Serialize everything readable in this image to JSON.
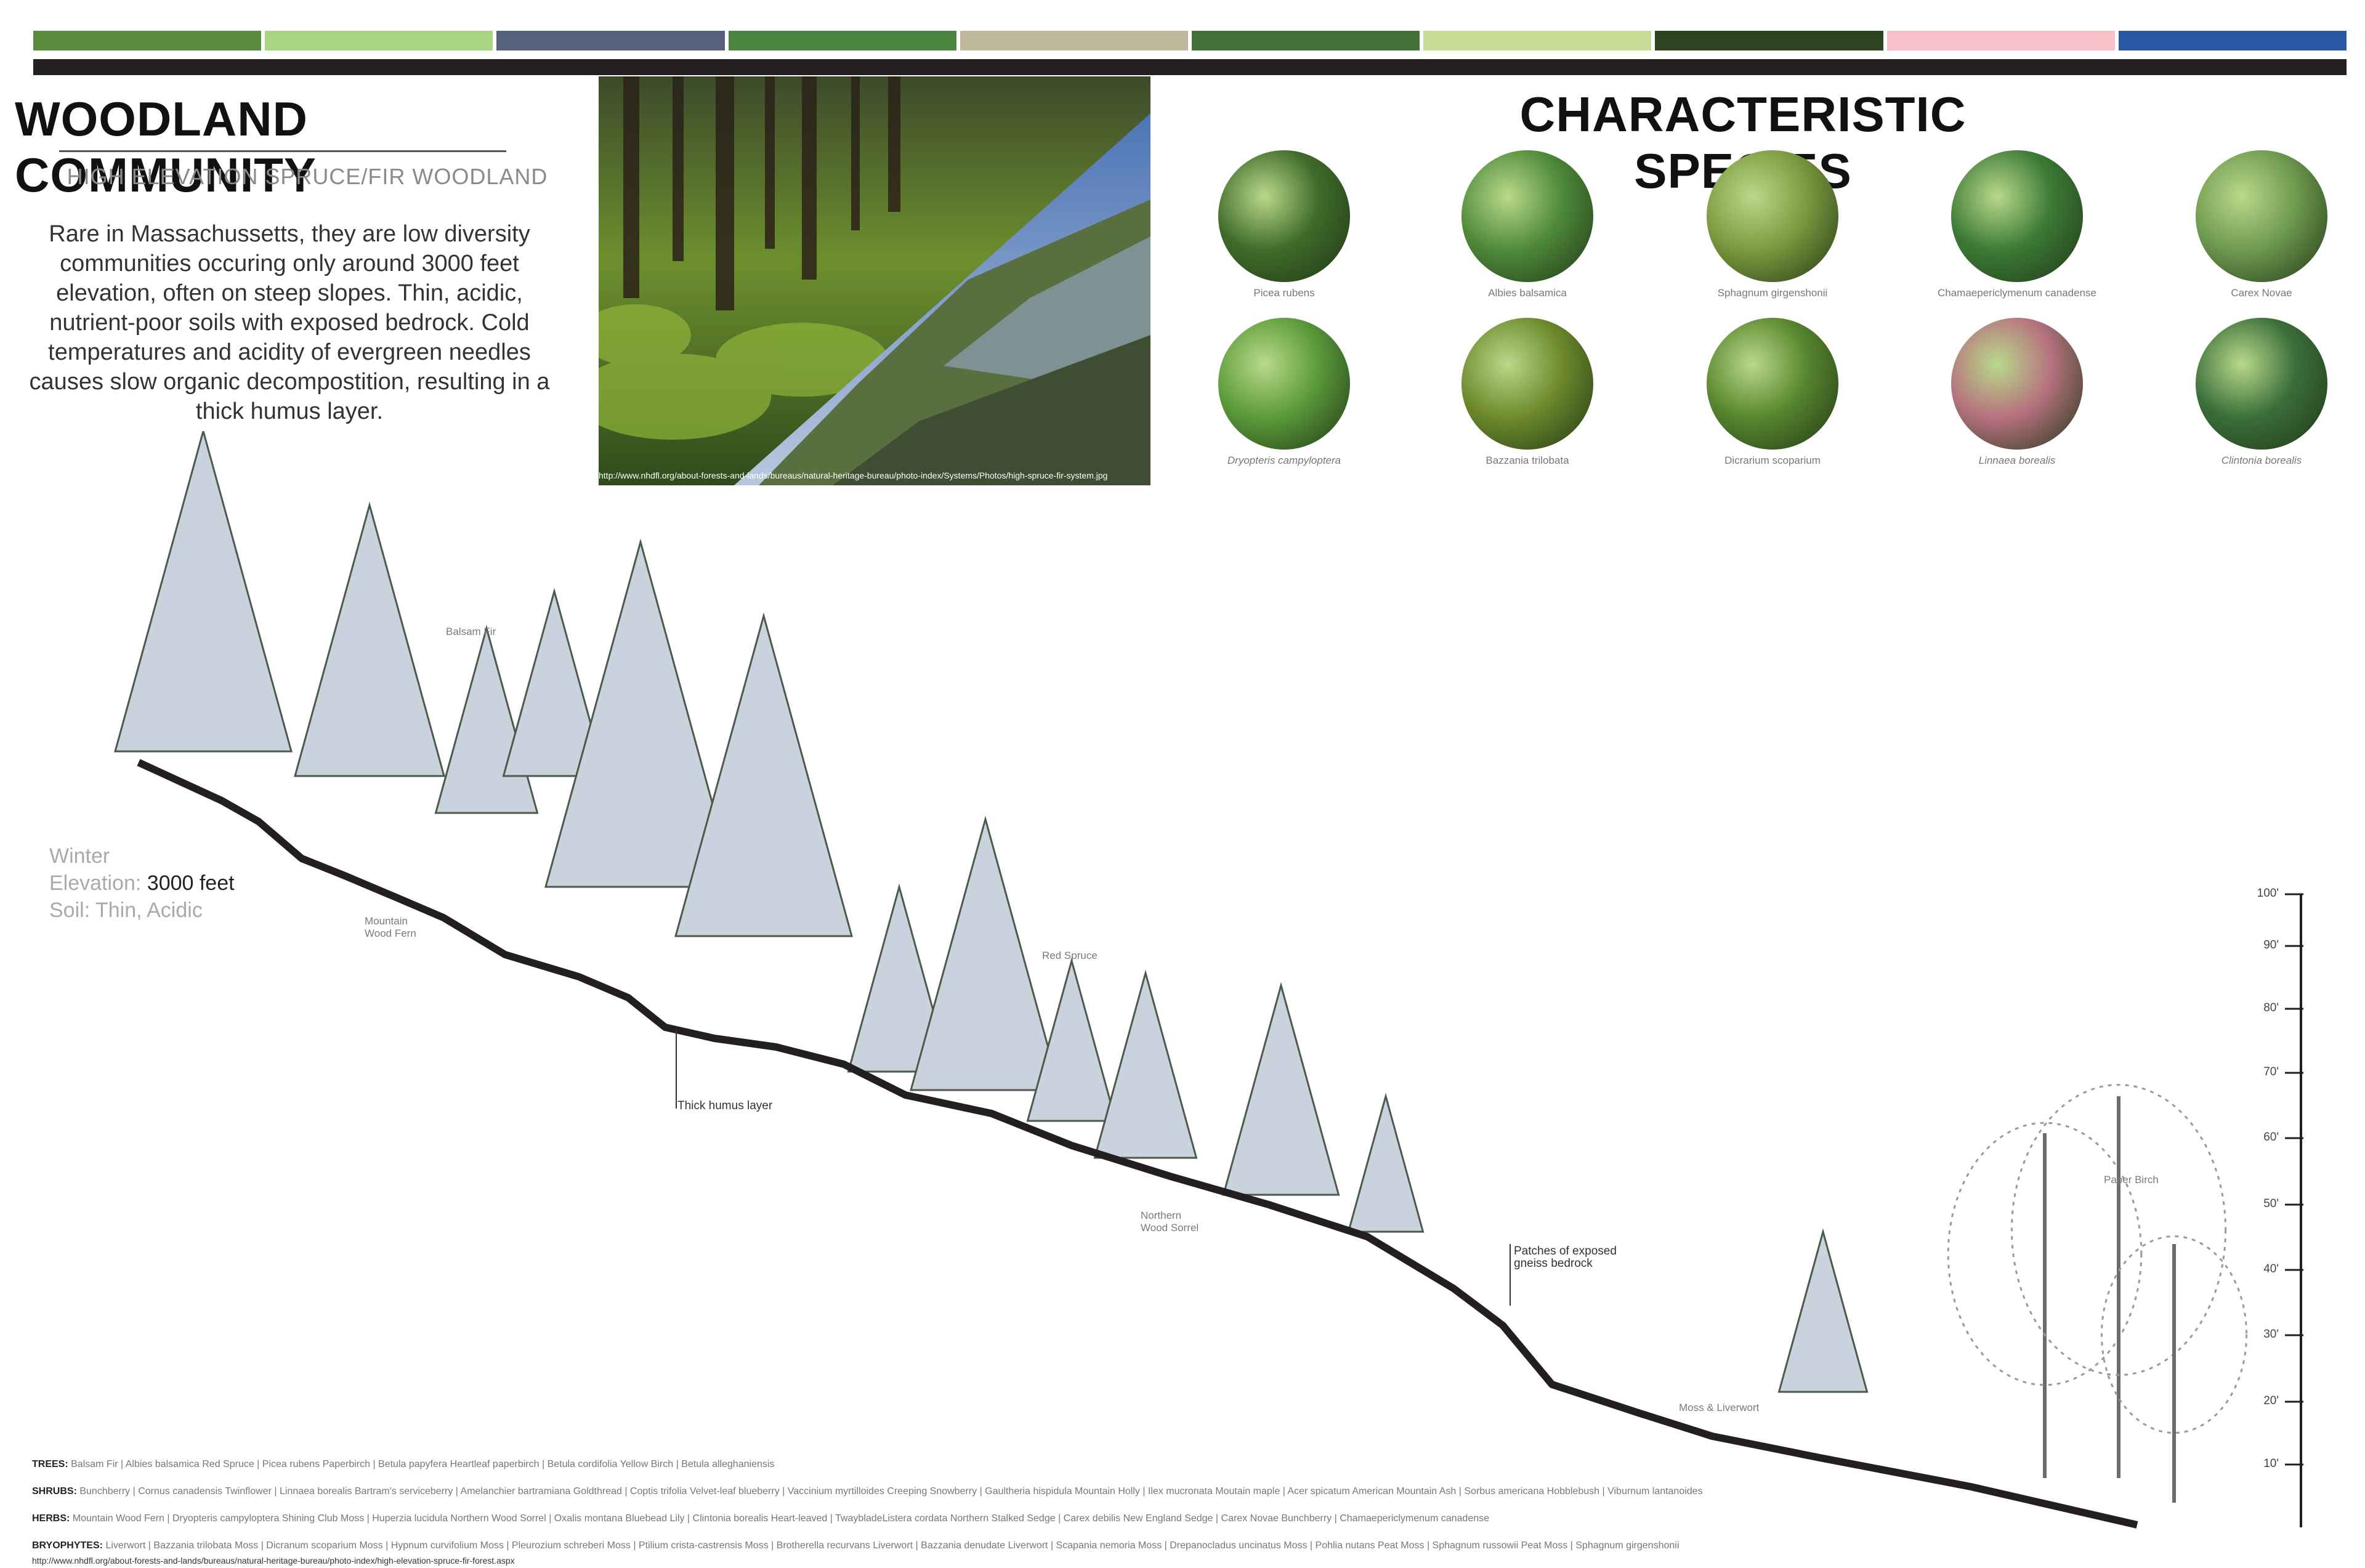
{
  "colors": {
    "bar": [
      "#5a8a3c",
      "#a8d483",
      "#56617e",
      "#4a8540",
      "#c0b89c",
      "#43713a",
      "#c7dc94",
      "#2e4420",
      "#f7c1c9",
      "#2a57a3"
    ],
    "rule": "#231f20"
  },
  "header": {
    "title": "WOODLAND COMMUNITY",
    "subtitle": "HIGH ELEVATION SPRUCE/FIR WOODLAND",
    "description": "Rare in Massachussetts, they are low diversity communities occuring only around 3000 feet elevation, often on steep slopes. Thin, acidic, nutrient-poor soils with exposed bedrock. Cold temperatures and acidity of evergreen needles causes  slow organic decompostition, resulting in a thick humus layer."
  },
  "photo": {
    "url": "http://www.nhdfl.org/about-forests-and-lands/bureaus/natural-heritage-bureau/photo-index/Systems/Photos/high-spruce-fir-system.jpg"
  },
  "species": {
    "title": "CHARACTERISTIC SPECIES",
    "items": [
      {
        "name": "Picea rubens",
        "italic": false,
        "color": "#3f6b2a"
      },
      {
        "name": "Albies balsamica",
        "italic": false,
        "color": "#4f8a3a"
      },
      {
        "name": "Sphagnum girgenshonii",
        "italic": false,
        "color": "#7c9a3e"
      },
      {
        "name": "Chamaepericlymenum canadense",
        "italic": false,
        "color": "#3c7a36"
      },
      {
        "name": "Carex Novae",
        "italic": false,
        "color": "#6f9a4f"
      },
      {
        "name": "Dryopteris campyloptera",
        "italic": true,
        "color": "#5b9a3a"
      },
      {
        "name": "Bazzania trilobata",
        "italic": false,
        "color": "#6e8a2c"
      },
      {
        "name": "Dicrarium scoparium",
        "italic": false,
        "color": "#58862e"
      },
      {
        "name": "Linnaea borealis",
        "italic": true,
        "color": "#b5727e"
      },
      {
        "name": "Clintonia borealis",
        "italic": true,
        "color": "#3a6e3a"
      }
    ]
  },
  "stats": {
    "season": "Winter",
    "elevation_label": "Elevation:",
    "elevation_value": "3000 feet",
    "soil": "Soil: Thin, Acidic"
  },
  "section_labels": {
    "balsam_fir": "Balsam Fir",
    "mountain_wood_fern_1": "Mountain",
    "mountain_wood_fern_2": "Wood Fern",
    "red_spruce": "Red Spruce",
    "humus": "Thick humus layer",
    "wood_sorrel_1": "Northern",
    "wood_sorrel_2": "Wood Sorrel",
    "bedrock_1": "Patches of exposed",
    "bedrock_2": "gneiss bedrock",
    "moss": "Moss & Liverwort",
    "paper_birch": "Paper Birch"
  },
  "scale": {
    "ticks": [
      "100'",
      "90'",
      "80'",
      "70'",
      "60'",
      "50'",
      "40'",
      "30'",
      "20'",
      "10'"
    ]
  },
  "lists": {
    "trees_label": "TREES:",
    "trees": "Balsam Fir | Albies balsamica    Red Spruce | Picea rubens    Paperbirch | Betula papyfera    Heartleaf paperbirch  | Betula cordifolia    Yellow Birch | Betula alleghaniensis",
    "shrubs_label": "SHRUBS:",
    "shrubs": "Bunchberry | Cornus canadensis   Twinflower | Linnaea borealis   Bartram's serviceberry | Amelanchier bartramiana   Goldthread | Coptis trifolia   Velvet-leaf blueberry | Vaccinium myrtilloides   Creeping Snowberry | Gaultheria hispidula   Mountain Holly | Ilex mucronata   Moutain maple | Acer spicatum   American Mountain Ash | Sorbus americana   Hobblebush | Viburnum lantanoides",
    "herbs_label": "HERBS:",
    "herbs": "Mountain Wood Fern | Dryopteris campyloptera   Shining Club Moss | Huperzia lucidula   Northern Wood Sorrel | Oxalis montana   Bluebead Lily | Clintonia borealis   Heart-leaved | TwaybladeListera cordata   Northern Stalked Sedge | Carex debilis   New England Sedge | Carex Novae   Bunchberry | Chamaepericlymenum canadense",
    "bryophytes_label": "BRYOPHYTES:",
    "bryophytes": "Liverwort | Bazzania trilobata   Moss | Dicranum scoparium   Moss | Hypnum curvifolium   Moss | Pleurozium schreberi   Moss | Ptilium crista-castrensis   Moss | Brotherella recurvans   Liverwort | Bazzania denudate   Liverwort | Scapania nemoria   Moss | Drepanocladus uncinatus   Moss | Pohlia nutans   Peat Moss | Sphagnum russowii   Peat Moss | Sphagnum girgenshonii",
    "source": "http://www.nhdfl.org/about-forests-and-lands/bureaus/natural-heritage-bureau/photo-index/high-elevation-spruce-fir-forest.aspx"
  }
}
